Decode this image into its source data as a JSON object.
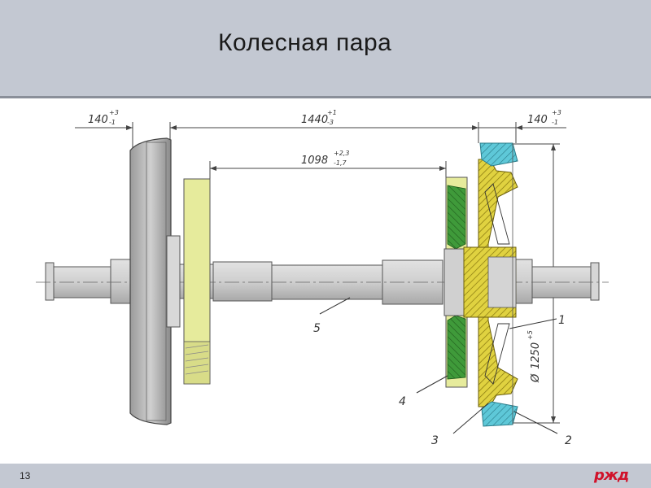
{
  "title": "Колесная пара",
  "page_number": "13",
  "logo_text": "ржд",
  "dimensions": {
    "left_gauge": {
      "value": "140",
      "tol_upper": "+3",
      "tol_lower": "-1"
    },
    "axle_span": {
      "value": "1440",
      "tol_upper": "+1",
      "tol_lower": "-3"
    },
    "right_gauge": {
      "value": "140",
      "tol_upper": "+3",
      "tol_lower": "-1"
    },
    "inner_span": {
      "value": "1098",
      "tol_upper": "+2,3",
      "tol_lower": "-1,7"
    },
    "diameter": {
      "symbol": "Ø",
      "value": "1250",
      "tol": "+5"
    }
  },
  "callouts": [
    "1",
    "2",
    "3",
    "4",
    "5"
  ],
  "colors": {
    "header_bg": "#c3c8d2",
    "hub_yellow": "#e0d240",
    "disk_green": "#3f9a3a",
    "rim_cyan": "#5ec8d8",
    "gear_yellow_light": "#e6eb9c",
    "axle_gray": "#c9c9c9",
    "logo_red": "#d0122a"
  }
}
